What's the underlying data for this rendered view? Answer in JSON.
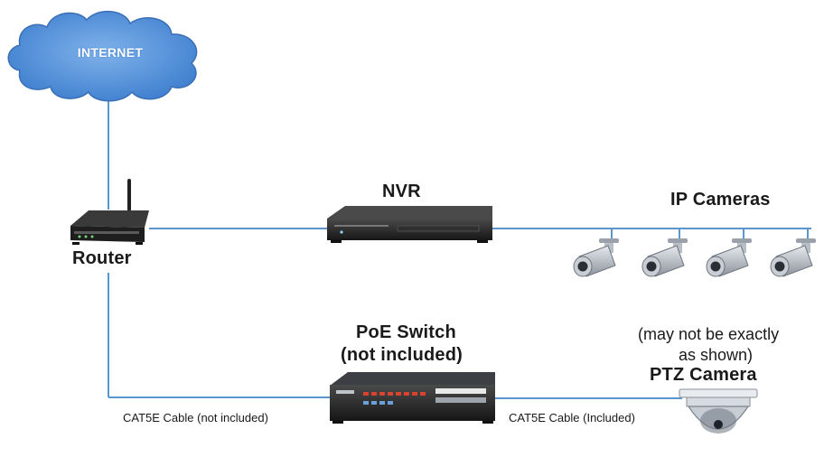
{
  "cloud": {
    "label": "INTERNET"
  },
  "router": {
    "label": "Router"
  },
  "nvr": {
    "label": "NVR"
  },
  "ip_cameras": {
    "label": "IP Cameras",
    "count": 4
  },
  "poe_switch": {
    "label_line1": "PoE Switch",
    "label_line2": "(not included)"
  },
  "ptz_camera": {
    "note_line1": "(may not be exactly",
    "note_line2": "as shown)",
    "label": "PTZ Camera"
  },
  "cables": {
    "router_to_switch": "CAT5E Cable (not included)",
    "switch_to_ptz": "CAT5E Cable (Included)"
  },
  "colors": {
    "line": "#5b95cf",
    "cloud": "#4a86d1",
    "device_dark": "#2b2b2b"
  }
}
